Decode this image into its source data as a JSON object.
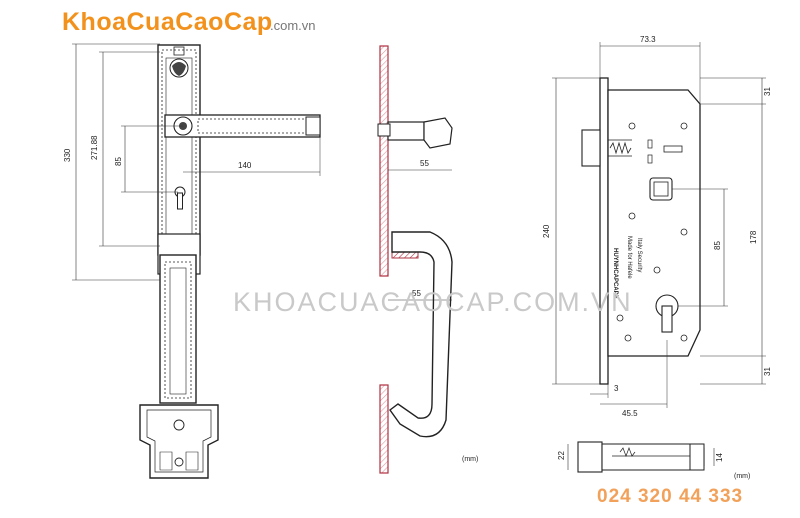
{
  "brand": {
    "name": "KhoaCuaCaoCap",
    "domain": ".com.vn"
  },
  "watermark": "KHOACUACAOCAP.COM.VN",
  "phone": "024 320 44 333",
  "handle_front": {
    "dim_total_height": "330",
    "dim_inner_height": "271.88",
    "dim_spindle_to_key": "85",
    "dim_lever_length": "140"
  },
  "handle_side": {
    "dim_upper": "55",
    "dim_lower": "55",
    "unit": "(mm)"
  },
  "lock_body": {
    "dim_width": "73.3",
    "dim_top": "31",
    "dim_height": "240",
    "dim_center_span": "178",
    "dim_spindle_key": "85",
    "dim_bottom": "31",
    "dim_faceplate": "3",
    "dim_backset": "45.5",
    "marking_brand": "HUYNHCAPCAPE",
    "marking_line1": "Made for Hafele",
    "marking_line2": "Italy Security"
  },
  "strike_plate": {
    "dim_height": "22",
    "dim_depth": "14",
    "unit": "(mm)"
  }
}
